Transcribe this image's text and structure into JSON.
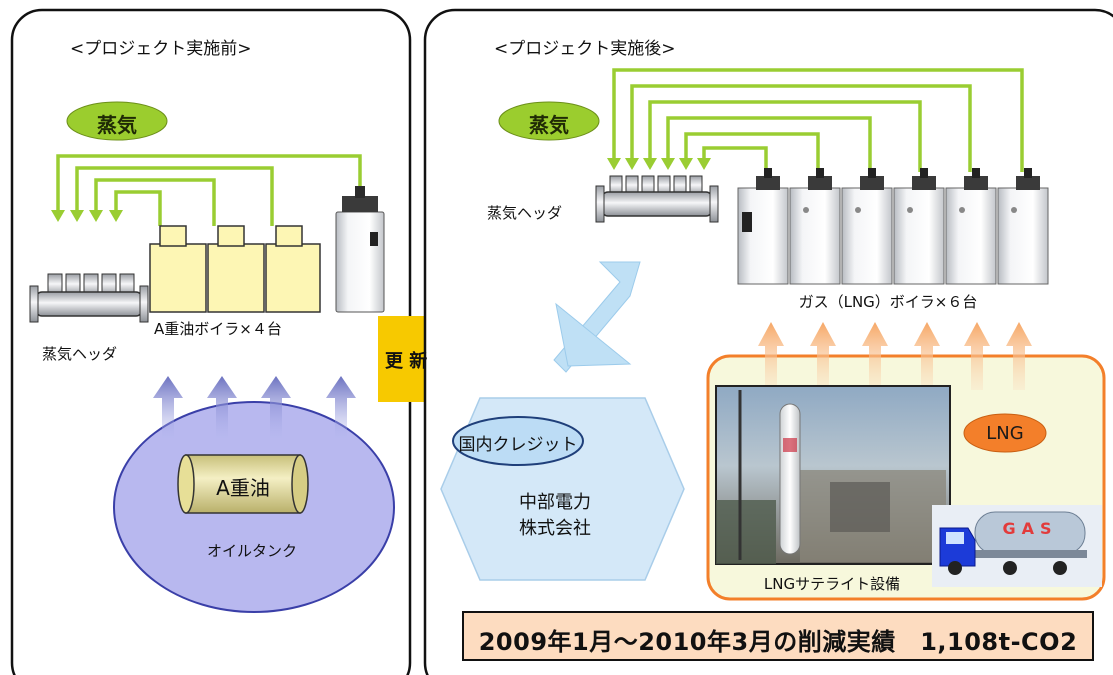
{
  "panels": {
    "before": {
      "title": "<プロジェクト実施前>"
    },
    "after": {
      "title": "<プロジェクト実施後>"
    }
  },
  "before": {
    "steam": "蒸気",
    "header": "蒸気ヘッダ",
    "boilers": "A重油ボイラ×４台",
    "fuel": "A重油",
    "tank": "オイルタンク"
  },
  "update": "更 新",
  "after": {
    "steam": "蒸気",
    "header": "蒸気ヘッダ",
    "boilers": "ガス（LNG）ボイラ×６台",
    "lng": "LNG",
    "satellite": "LNGサテライト設備",
    "truck": "GAS"
  },
  "credit": {
    "badge": "国内クレジット",
    "company_line1": "中部電力",
    "company_line2": "株式会社"
  },
  "result": "2009年1月～2010年3月の削減実績　1,108t-CO2",
  "colors": {
    "panel_border": "#111111",
    "steam_pipe": "#9acd32",
    "steam_oval": "#9bcd2e",
    "oil_arrow": "#7a7fc6",
    "tank_ellipse": "#b8b8ef",
    "fuel_cylinder": "#e6e0a0",
    "boiler_yellow": "#fdf6b4",
    "update_arrow": "#f7c900",
    "credit_hex": "#d4e8f8",
    "credit_badge": "#bcdcf5",
    "down_arrow": "#bfe0f5",
    "lng_box_border": "#f37f2a",
    "lng_box_fill": "#f7f8dc",
    "lng_arrow": "#f8b983",
    "lng_oval": "#f37f2a",
    "result_fill": "#fddcc0"
  }
}
